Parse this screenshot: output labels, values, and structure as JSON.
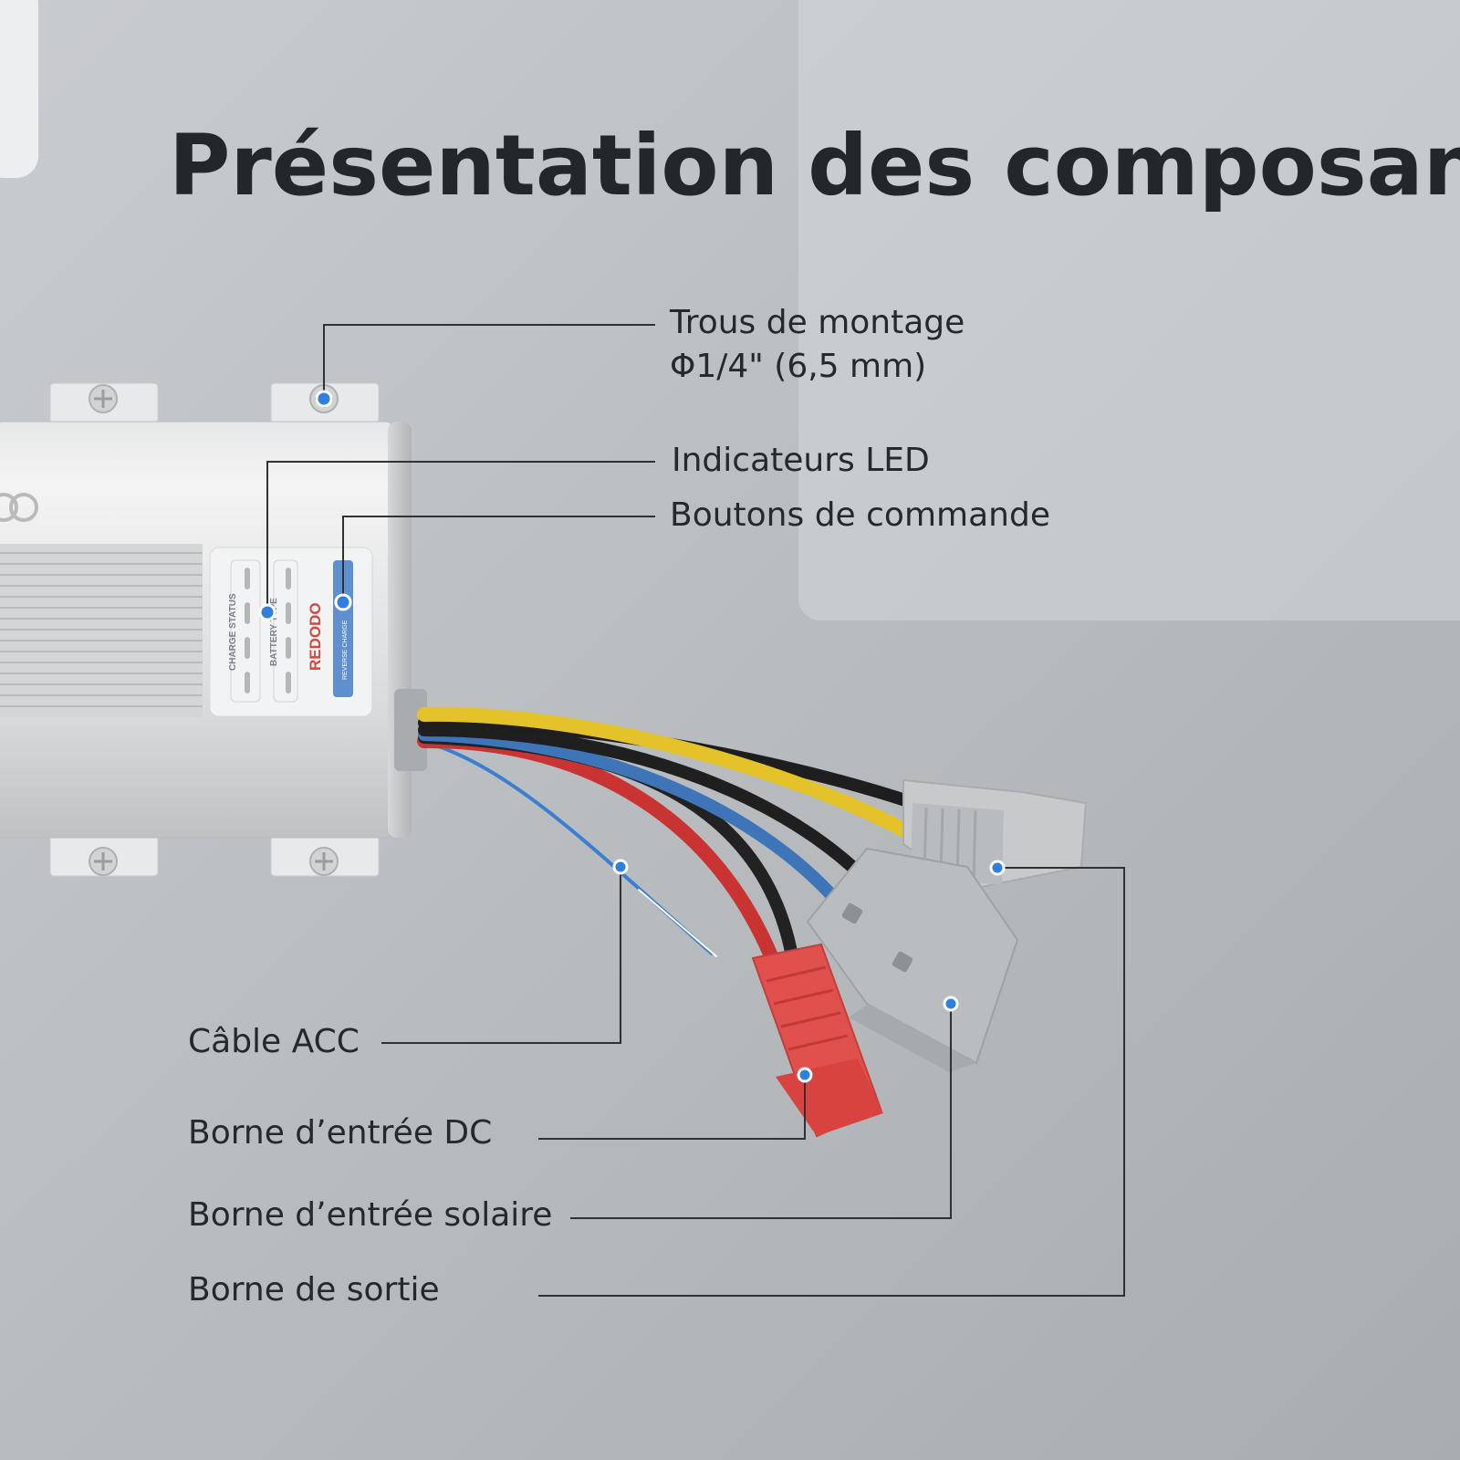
{
  "title": "Présentation des composants",
  "labels": {
    "mounting_holes_line1": "Trous de montage",
    "mounting_holes_line2": "Φ1/4\" (6,5 mm)",
    "led_indicators": "Indicateurs LED",
    "control_buttons": "Boutons de commande",
    "acc_cable": "Câble ACC",
    "dc_input": "Borne d’entrée DC",
    "solar_input": "Borne d’entrée solaire",
    "output_terminal": "Borne de sortie"
  },
  "device": {
    "charge_status": "CHARGE STATUS",
    "battery_type": "BATTERY TYPE",
    "brand": "REDODO",
    "button_label": "REVERSE CHARGE"
  },
  "colors": {
    "background": "#b9bdc0",
    "title": "#23272b",
    "callout_dot": "#2f7fe0",
    "yellow_wire": "#e3c22a",
    "red_wire": "#d9443f",
    "blue_wire": "#3f7fc4",
    "red_connector": "#e2504e",
    "grey_connector": "#b9bcbf"
  }
}
